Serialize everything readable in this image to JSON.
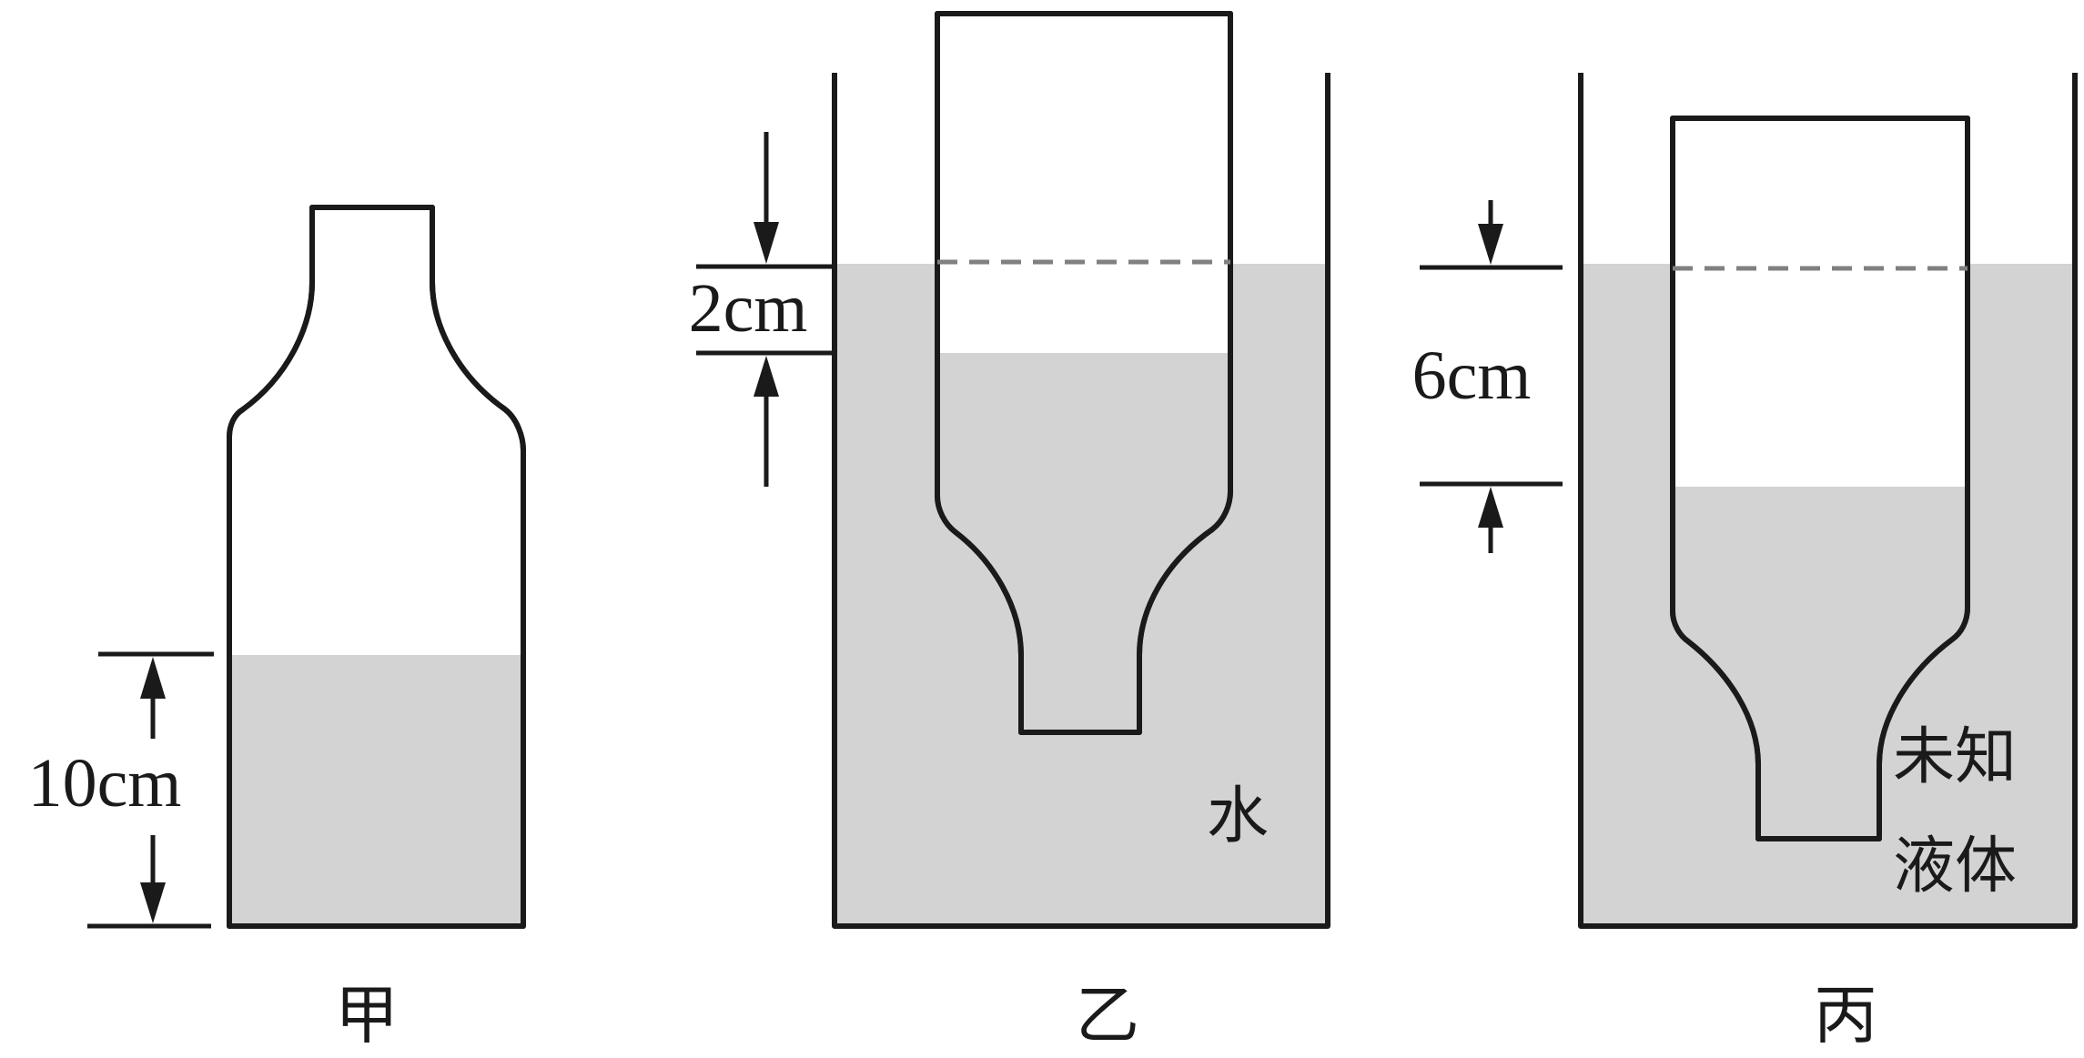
{
  "figures": [
    {
      "caption": "甲",
      "dimension": "10cm"
    },
    {
      "caption": "乙",
      "dimension": "2cm",
      "liquid_label": "水"
    },
    {
      "caption": "丙",
      "dimension": "6cm",
      "liquid_label_lines": [
        "未知",
        "液体"
      ]
    }
  ],
  "colors": {
    "outline": "#1a1a1a",
    "liquid": "#d3d3d3",
    "dashed_line": "#808080",
    "background": "#ffffff"
  }
}
